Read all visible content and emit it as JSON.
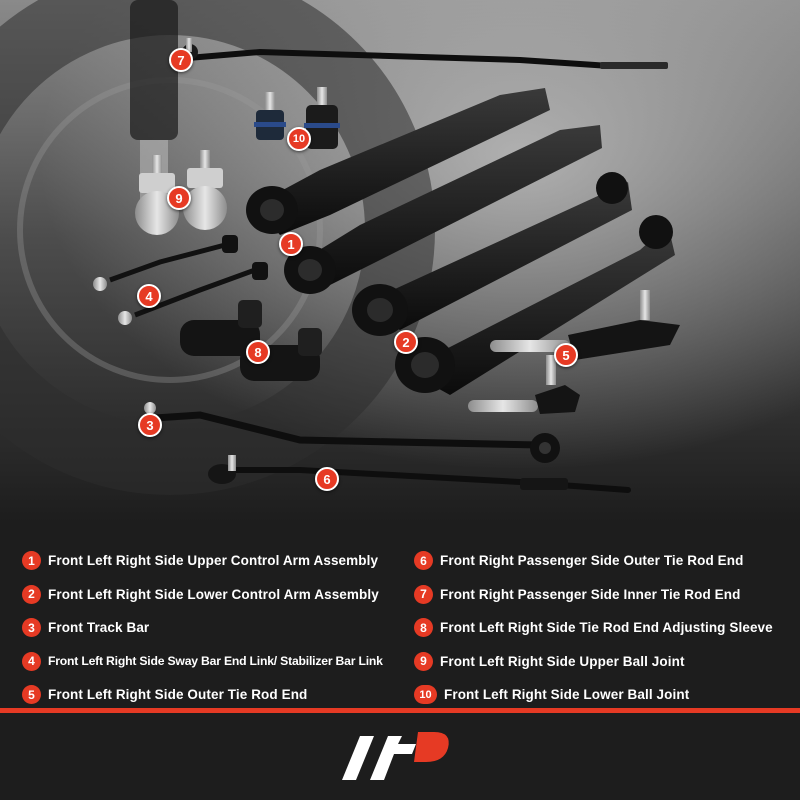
{
  "colors": {
    "accent": "#e63a24",
    "background": "#1d1d1d",
    "text": "#ffffff"
  },
  "markers": [
    {
      "number": "7"
    },
    {
      "number": "10"
    },
    {
      "number": "9"
    },
    {
      "number": "1"
    },
    {
      "number": "4"
    },
    {
      "number": "8"
    },
    {
      "number": "2"
    },
    {
      "number": "5"
    },
    {
      "number": "3"
    },
    {
      "number": "6"
    }
  ],
  "legend": {
    "left": [
      {
        "number": "1",
        "label": "Front Left Right Side Upper Control Arm Assembly"
      },
      {
        "number": "2",
        "label": "Front Left Right Side Lower Control Arm Assembly"
      },
      {
        "number": "3",
        "label": "Front Track Bar"
      },
      {
        "number": "4",
        "label": "Front Left Right Side Sway Bar End Link/ Stabilizer Bar Link"
      },
      {
        "number": "5",
        "label": "Front Left Right Side Outer Tie Rod End"
      }
    ],
    "right": [
      {
        "number": "6",
        "label": "Front Right Passenger Side Outer Tie Rod End"
      },
      {
        "number": "7",
        "label": "Front Right Passenger Side Inner Tie Rod End"
      },
      {
        "number": "8",
        "label": "Front Left Right Side Tie Rod End Adjusting Sleeve"
      },
      {
        "number": "9",
        "label": "Front Left Right Side Upper Ball Joint"
      },
      {
        "number": "10",
        "label": "Front Left Right Side Lower Ball Joint"
      }
    ]
  },
  "logo": {
    "icon": "brand-logo-icon"
  }
}
